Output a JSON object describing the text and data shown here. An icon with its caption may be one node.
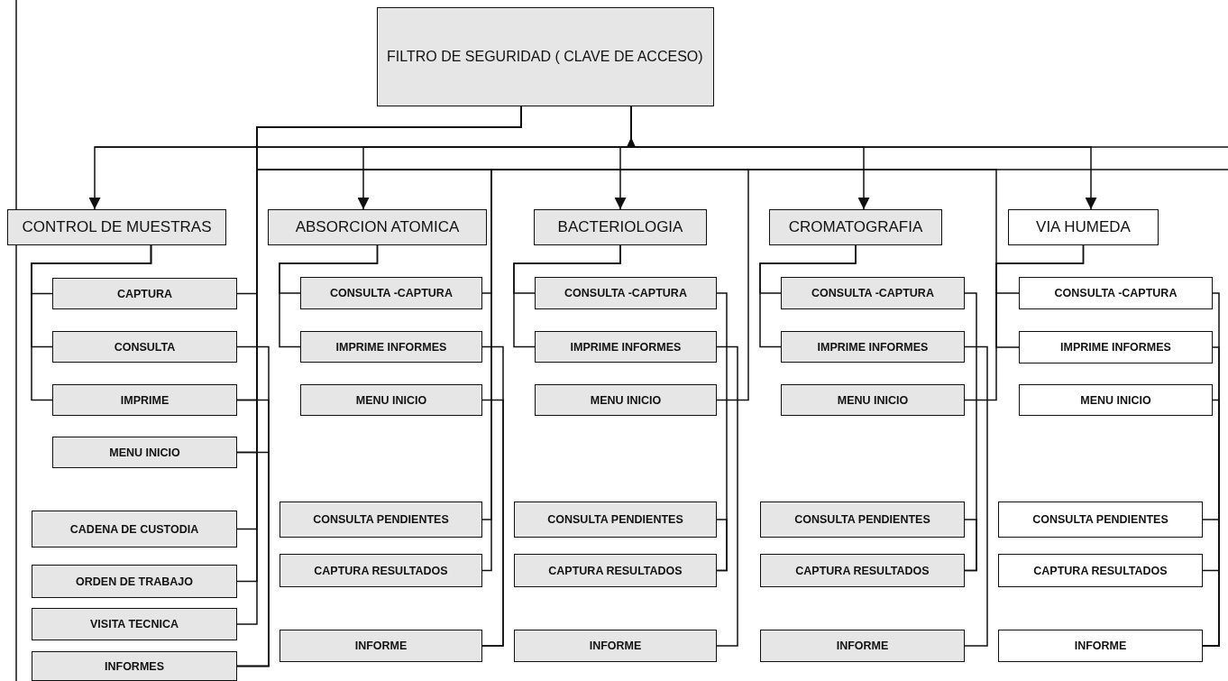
{
  "diagram": {
    "nodes": [
      {
        "text": [
          "FILTRO DE SEGURIDAD ( CLAVE DE ACCESO)"
        ]
      },
      {
        "text": [
          "CONTROL DE MUESTRAS"
        ]
      },
      {
        "text": [
          "CAPTURA"
        ]
      },
      {
        "text": [
          "CONSULTA"
        ]
      },
      {
        "text": [
          "IMPRIME"
        ]
      },
      {
        "text": [
          "MENU INICIO"
        ]
      },
      {
        "text": [
          "CADENA DE  CUSTODIA"
        ]
      },
      {
        "text": [
          "ORDEN DE TRABAJO"
        ]
      },
      {
        "text": [
          "VISITA TECNICA"
        ]
      },
      {
        "text": [
          "INFORMES"
        ]
      },
      {
        "text": [
          "ABSORCION ATOMICA"
        ]
      },
      {
        "text": [
          "CONSULTA -CAPTURA"
        ]
      },
      {
        "text": [
          "IMPRIME INFORMES"
        ]
      },
      {
        "text": [
          "MENU INICIO"
        ]
      },
      {
        "text": [
          "CONSULTA PENDIENTES"
        ]
      },
      {
        "text": [
          "CAPTURA RESULTADOS"
        ]
      },
      {
        "text": [
          "INFORME"
        ]
      },
      {
        "text": [
          "BACTERIOLOGIA"
        ]
      },
      {
        "text": [
          "CONSULTA -CAPTURA"
        ]
      },
      {
        "text": [
          "IMPRIME INFORMES"
        ]
      },
      {
        "text": [
          "MENU INICIO"
        ]
      },
      {
        "text": [
          "CONSULTA PENDIENTES"
        ]
      },
      {
        "text": [
          "CAPTURA RESULTADOS"
        ]
      },
      {
        "text": [
          "INFORME"
        ]
      },
      {
        "text": [
          "CROMATOGRAFIA"
        ]
      },
      {
        "text": [
          "CONSULTA -CAPTURA"
        ]
      },
      {
        "text": [
          "IMPRIME INFORMES"
        ]
      },
      {
        "text": [
          "MENU INICIO"
        ]
      },
      {
        "text": [
          "CONSULTA PENDIENTES"
        ]
      },
      {
        "text": [
          "CAPTURA RESULTADOS"
        ]
      },
      {
        "text": [
          "INFORME"
        ]
      },
      {
        "text": [
          "VIA HUMEDA"
        ]
      },
      {
        "text": [
          "CONSULTA -CAPTURA"
        ]
      },
      {
        "text": [
          "IMPRIME INFORMES"
        ]
      },
      {
        "text": [
          "MENU INICIO"
        ]
      },
      {
        "text": [
          "CONSULTA PENDIENTES"
        ]
      },
      {
        "text": [
          "CAPTURA RESULTADOS"
        ]
      },
      {
        "text": [
          "INFORME"
        ]
      }
    ],
    "edges": [
      {
        "from": 0,
        "to": 1,
        "arrow": "to"
      },
      {
        "from": 0,
        "to": 10,
        "arrow": "to"
      },
      {
        "from": 0,
        "to": 17,
        "arrow": "to"
      },
      {
        "from": 0,
        "to": 24,
        "arrow": "to"
      },
      {
        "from": 0,
        "to": 31,
        "arrow": "to"
      },
      {
        "from": 1,
        "to": 2,
        "arrow": "none"
      },
      {
        "from": 1,
        "to": 3,
        "arrow": "none"
      },
      {
        "from": 1,
        "to": 4,
        "arrow": "none"
      },
      {
        "from": 2,
        "to": 0,
        "arrow": "none"
      },
      {
        "from": 4,
        "to": 0,
        "arrow": "none"
      },
      {
        "from": 5,
        "to": 0,
        "arrow": "none"
      },
      {
        "from": 6,
        "to": 0,
        "arrow": "none"
      },
      {
        "from": 7,
        "to": 0,
        "arrow": "none"
      },
      {
        "from": 8,
        "to": 0,
        "arrow": "none"
      },
      {
        "from": 3,
        "to": 9,
        "arrow": "none"
      },
      {
        "from": 4,
        "to": 9,
        "arrow": "none"
      },
      {
        "from": 5,
        "to": 9,
        "arrow": "none"
      },
      {
        "from": 10,
        "to": 11,
        "arrow": "none"
      },
      {
        "from": 10,
        "to": 12,
        "arrow": "none"
      },
      {
        "from": 11,
        "to": 0,
        "arrow": "none"
      },
      {
        "from": 14,
        "to": 0,
        "arrow": "none"
      },
      {
        "from": 15,
        "to": 0,
        "arrow": "none"
      },
      {
        "from": 12,
        "to": 16,
        "arrow": "none"
      },
      {
        "from": 13,
        "to": 16,
        "arrow": "none"
      },
      {
        "from": 17,
        "to": 18,
        "arrow": "none"
      },
      {
        "from": 17,
        "to": 19,
        "arrow": "none"
      },
      {
        "from": 18,
        "to": 22,
        "arrow": "none"
      },
      {
        "from": 21,
        "to": 22,
        "arrow": "none"
      },
      {
        "from": 19,
        "to": 23,
        "arrow": "none"
      },
      {
        "from": 20,
        "to": 0,
        "arrow": "none"
      },
      {
        "from": 24,
        "to": 25,
        "arrow": "none"
      },
      {
        "from": 24,
        "to": 26,
        "arrow": "none"
      },
      {
        "from": 25,
        "to": 29,
        "arrow": "none"
      },
      {
        "from": 28,
        "to": 29,
        "arrow": "none"
      },
      {
        "from": 26,
        "to": 30,
        "arrow": "none"
      },
      {
        "from": 27,
        "to": 0,
        "arrow": "none"
      },
      {
        "from": 31,
        "to": 32,
        "arrow": "none"
      },
      {
        "from": 31,
        "to": 33,
        "arrow": "none"
      },
      {
        "from": 32,
        "to": 37,
        "arrow": "none"
      },
      {
        "from": 33,
        "to": 37,
        "arrow": "none"
      },
      {
        "from": 34,
        "to": 37,
        "arrow": "none"
      },
      {
        "from": 35,
        "to": 37,
        "arrow": "none"
      },
      {
        "from": 36,
        "to": 37,
        "arrow": "none"
      }
    ]
  }
}
